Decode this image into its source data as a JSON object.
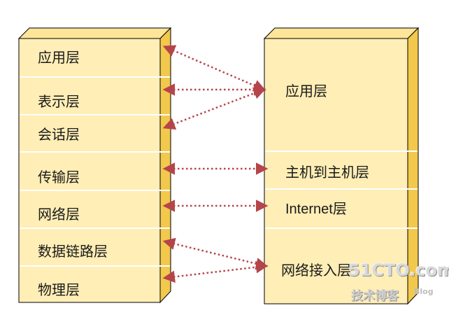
{
  "osi_layers": [
    "应用层",
    "表示层",
    "会话层",
    "传输层",
    "网络层",
    "数据链路层",
    "物理层"
  ],
  "tcpip_layers": [
    "应用层",
    "主机到主机层",
    "Internet层",
    "网络接入层"
  ],
  "colors": {
    "box_face": "#ffeeb6",
    "box_top": "#fde59a",
    "box_side": "#f2c84d",
    "outline": "#000000",
    "arrow": "#b5454a",
    "divider": "#ffffff"
  },
  "watermark": {
    "main": "51CTO.com",
    "sub": "技术博客",
    "blog": "Blog"
  }
}
